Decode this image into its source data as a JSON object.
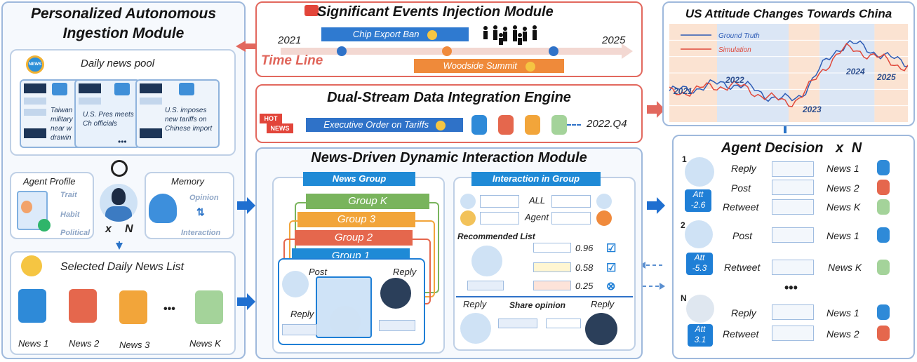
{
  "left": {
    "title_line1": "Personalized Autonomous",
    "title_line2": "Ingestion Module",
    "pool_title": "Daily news pool",
    "pool_cards": [
      {
        "text": "Taiwan military near w drawin"
      },
      {
        "text": "U.S. Pres meets Ch officials"
      },
      {
        "text": "U.S. imposes new tariffs on Chinese import"
      }
    ],
    "pool_badge": "NEWS",
    "ellipsis": "•••",
    "profile_title": "Agent Profile",
    "profile_items": [
      "Trait",
      "Habit",
      "Political"
    ],
    "xn_x": "x",
    "xn_n": "N",
    "memory_title": "Memory",
    "memory_items": [
      "Opinion",
      "Interaction"
    ],
    "selected_title": "Selected Daily News List",
    "selected_items": [
      "News 1",
      "News 2",
      "News 3",
      "News K"
    ],
    "selected_dots": "•••"
  },
  "events": {
    "title": "Significant Events Injection Module",
    "year_start": "2021",
    "year_end": "2025",
    "timeline_label": "Time Line",
    "event_top": "Chip Export Ban",
    "event_bottom": "Woodside Summit"
  },
  "dual": {
    "title": "Dual-Stream Data Integration Engine",
    "hot_label": "HOT",
    "news_label": "NEWS",
    "order_label": "Executive Order on Tariffs",
    "period": "2022.Q4"
  },
  "interaction": {
    "title": "News-Driven Dynamic Interaction Module",
    "news_group_label": "News Group",
    "groups": [
      "Group K",
      "Group 3",
      "Group 2",
      "Group 1"
    ],
    "post_label": "Post",
    "reply_label_a": "Reply",
    "reply_label_b": "Reply",
    "interaction_label": "Interaction in Group",
    "all_label": "ALL",
    "agent_label": "Agent",
    "recommended_label": "Recommended List",
    "scores": [
      "0.96",
      "0.58",
      "0.25"
    ],
    "reply_left": "Reply",
    "share_label": "Share opinion",
    "reply_right": "Reply"
  },
  "chart": {
    "title": "US Attitude Changes Towards China",
    "legend_gt": "Ground Truth",
    "legend_sim": "Simulation",
    "year_labels": [
      "2021",
      "2022",
      "2023",
      "2024",
      "2025"
    ],
    "colors": {
      "gt": "#2d5bb5",
      "sim": "#e0493b",
      "band_blue": "#dbe6f5",
      "band_orange": "#fbe3d2"
    }
  },
  "chart_data": {
    "type": "line",
    "title": "US Attitude Changes Towards China",
    "xlabel": "",
    "ylabel": "",
    "x": [
      "2021",
      "2022",
      "2023",
      "2024",
      "2025"
    ],
    "series": [
      {
        "name": "Ground Truth",
        "values": [
          0.3,
          0.38,
          0.2,
          0.82,
          0.62
        ]
      },
      {
        "name": "Simulation",
        "values": [
          0.28,
          0.36,
          0.18,
          0.76,
          0.58
        ]
      }
    ],
    "grid": true,
    "legend": "top-left"
  },
  "decision": {
    "title": "Agent Decision",
    "title_x": "x",
    "title_n": "N",
    "agents": [
      {
        "index": "1",
        "att_label": "Att",
        "att_value": "-2.6",
        "rows": [
          {
            "action": "Reply",
            "news": "News 1"
          },
          {
            "action": "Post",
            "news": "News 2"
          },
          {
            "action": "Retweet",
            "news": "News K"
          }
        ]
      },
      {
        "index": "2",
        "att_label": "Att",
        "att_value": "-5.3",
        "rows": [
          {
            "action": "Post",
            "news": "News 1"
          },
          {
            "action": "Retweet",
            "news": "News K"
          }
        ]
      },
      {
        "index": "N",
        "att_label": "Att",
        "att_value": "3.1",
        "rows": [
          {
            "action": "Reply",
            "news": "News 1"
          },
          {
            "action": "Retweet",
            "news": "News 2"
          }
        ]
      }
    ],
    "dots": "•••"
  }
}
